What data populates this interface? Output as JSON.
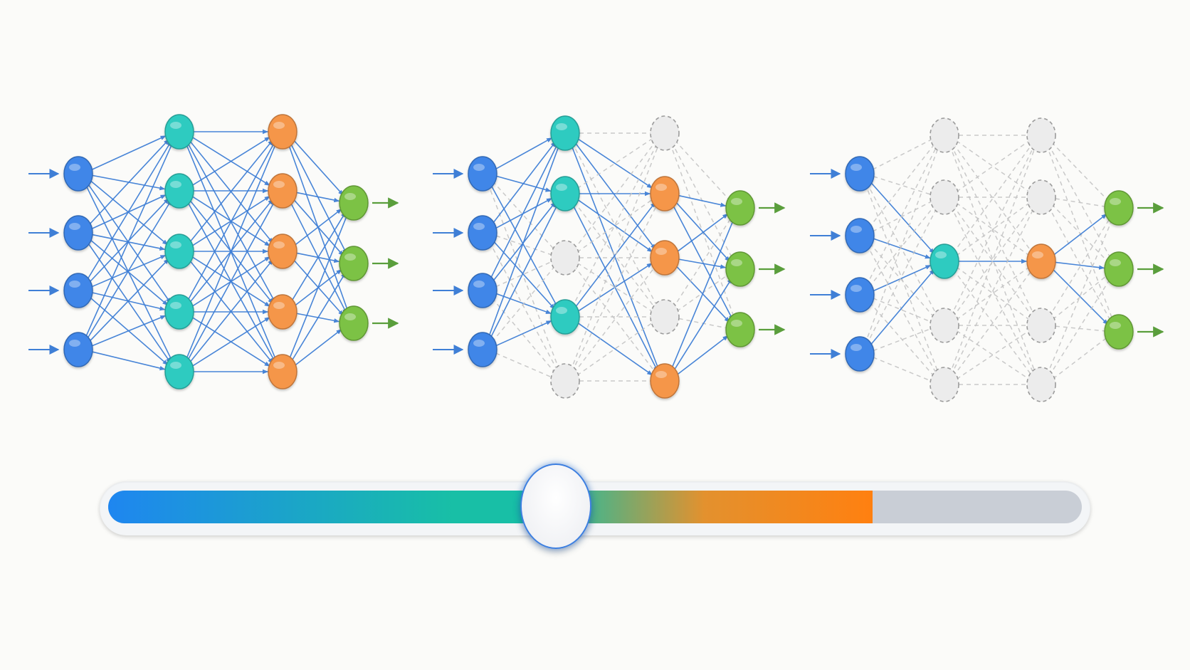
{
  "colors": {
    "background": "#fbfbf9",
    "input": "#3f86e8",
    "hidden1": "#2fcbc0",
    "hidden2": "#f5964a",
    "output": "#7cc245",
    "inactive": "#ececec",
    "active_edge": "#3f7fd6",
    "pruned_edge": "#c4c4c4",
    "output_arrow": "#5a9e3c"
  },
  "networks": [
    {
      "id": "full",
      "layers": [
        {
          "role": "input",
          "nodes": [
            "on",
            "on",
            "on",
            "on"
          ]
        },
        {
          "role": "hidden1",
          "nodes": [
            "on",
            "on",
            "on",
            "on",
            "on"
          ]
        },
        {
          "role": "hidden2",
          "nodes": [
            "on",
            "on",
            "on",
            "on",
            "on"
          ]
        },
        {
          "role": "output",
          "nodes": [
            "on",
            "on",
            "on"
          ]
        }
      ]
    },
    {
      "id": "partially-pruned",
      "layers": [
        {
          "role": "input",
          "nodes": [
            "on",
            "on",
            "on",
            "on"
          ]
        },
        {
          "role": "hidden1",
          "nodes": [
            "on",
            "on",
            "off",
            "on",
            "off"
          ]
        },
        {
          "role": "hidden2",
          "nodes": [
            "off",
            "on",
            "on",
            "off",
            "on"
          ]
        },
        {
          "role": "output",
          "nodes": [
            "on",
            "on",
            "on"
          ]
        }
      ]
    },
    {
      "id": "heavily-pruned",
      "layers": [
        {
          "role": "input",
          "nodes": [
            "on",
            "on",
            "on",
            "on"
          ]
        },
        {
          "role": "hidden1",
          "nodes": [
            "off",
            "off",
            "on",
            "off",
            "off"
          ]
        },
        {
          "role": "hidden2",
          "nodes": [
            "off",
            "off",
            "on",
            "off",
            "off"
          ]
        },
        {
          "role": "output",
          "nodes": [
            "on",
            "on",
            "on"
          ]
        }
      ]
    }
  ],
  "slider": {
    "value_fraction": 0.46,
    "fill_fraction": 0.785
  }
}
